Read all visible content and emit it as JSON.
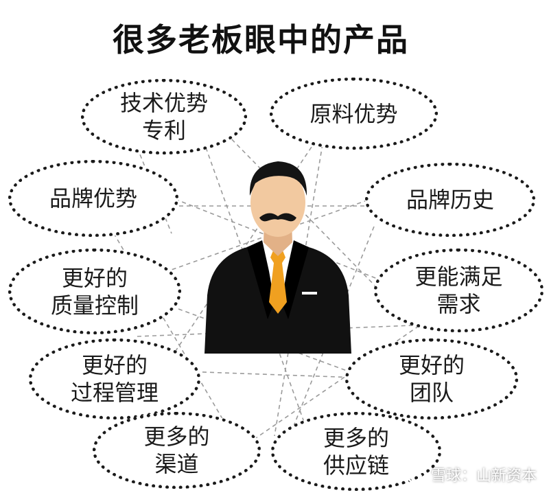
{
  "title": "很多老板眼中的产品",
  "bubbles": [
    {
      "id": "tech",
      "lines": [
        "技术优势",
        "专利"
      ]
    },
    {
      "id": "material",
      "lines": [
        "原料优势"
      ]
    },
    {
      "id": "brand",
      "lines": [
        "品牌优势"
      ]
    },
    {
      "id": "history",
      "lines": [
        "品牌历史"
      ]
    },
    {
      "id": "quality",
      "lines": [
        "更好的",
        "质量控制"
      ]
    },
    {
      "id": "needs",
      "lines": [
        "更能满足",
        "需求"
      ]
    },
    {
      "id": "process",
      "lines": [
        "更好的",
        "过程管理"
      ]
    },
    {
      "id": "team",
      "lines": [
        "更好的",
        "团队"
      ]
    },
    {
      "id": "channel",
      "lines": [
        "更多的",
        "渠道"
      ]
    },
    {
      "id": "supply",
      "lines": [
        "更多的",
        "供应链"
      ]
    }
  ],
  "watermark": {
    "text": "雪球：山新资本",
    "icon": "snowball-logo-icon"
  },
  "colors": {
    "suit": "#111111",
    "tie": "#f0a020",
    "skin": "#f2c9a0",
    "hair": "#141414",
    "outline": "#1a1a1a"
  }
}
